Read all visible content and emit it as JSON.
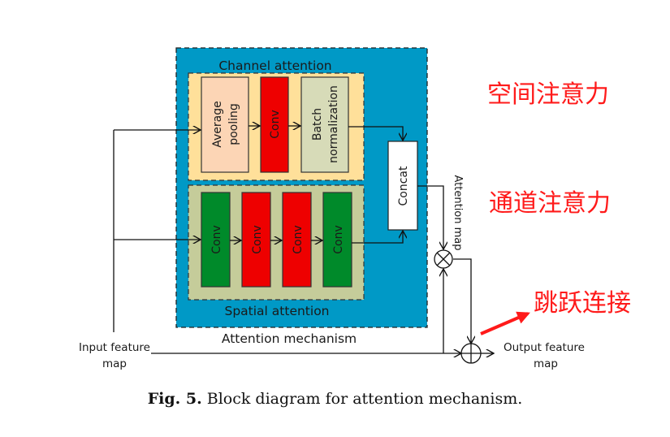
{
  "figure": {
    "caption_label": "Fig. 5.",
    "caption_text": "Block diagram for attention mechanism."
  },
  "diagram": {
    "outer_title": "Attention mechanism",
    "channel_group": {
      "title": "Channel attention",
      "blocks": [
        {
          "label_line1": "Average",
          "label_line2": "pooling"
        },
        {
          "label_line1": "Conv",
          "label_line2": ""
        },
        {
          "label_line1": "Batch",
          "label_line2": "normalization"
        }
      ]
    },
    "spatial_group": {
      "title": "Spatial attention",
      "blocks": [
        {
          "label": "Conv"
        },
        {
          "label": "Conv"
        },
        {
          "label": "Conv"
        },
        {
          "label": "Conv"
        }
      ]
    },
    "concat_label": "Concat",
    "attention_map_label": "Attention map",
    "input_label_line1": "Input feature",
    "input_label_line2": "map",
    "output_label_line1": "Output feature",
    "output_label_line2": "map",
    "multiply_op": "multiply",
    "add_op": "add"
  },
  "annotations": {
    "spatial_attention_cn": "空间注意力",
    "channel_attention_cn": "通道注意力",
    "skip_connection_cn": "跳跃连接"
  },
  "colors": {
    "outer_bg": "#0099c6",
    "channel_bg": "#ffe09a",
    "spatial_bg": "#c5cc9a",
    "avg_pool": "#fcd5b5",
    "conv_red": "#ee0000",
    "batch_norm": "#d7dbb8",
    "conv_green": "#008a2a",
    "annotation_red": "#ff1a1a"
  }
}
